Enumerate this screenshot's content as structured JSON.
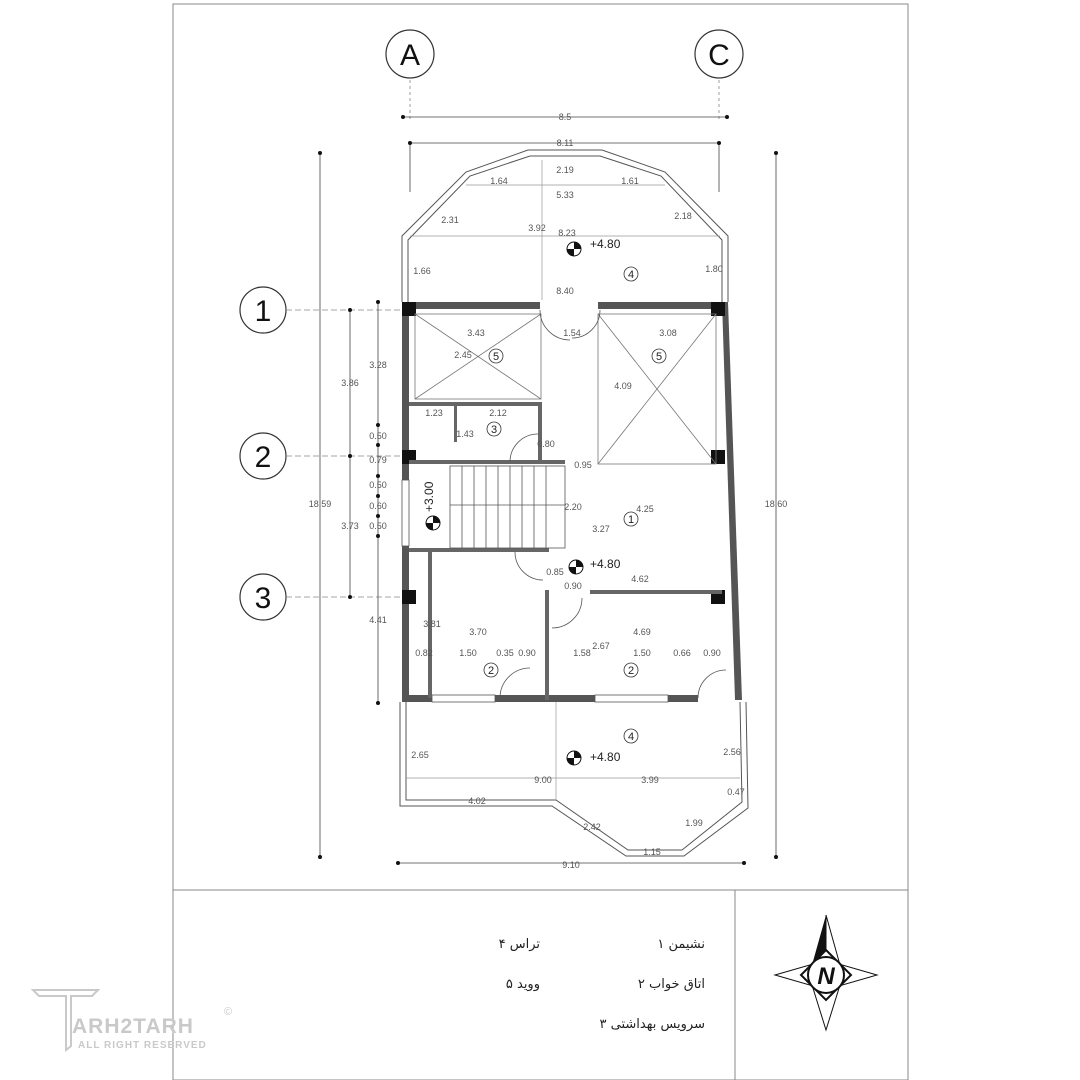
{
  "grid": {
    "columns": [
      "A",
      "C"
    ],
    "rows": [
      "1",
      "2",
      "3"
    ]
  },
  "dimensions": {
    "top_total": "8.5",
    "top_inner": "8.11",
    "bay_top_mid": "2.19",
    "bay_left_seg": "1.64",
    "bay_right_seg": "1.61",
    "bay_chord": "5.33",
    "bay_left_diag": "2.31",
    "bay_right_diag": "2.18",
    "bay_depth": "3.92",
    "bay_width": "8.23",
    "bay_left_side": "1.66",
    "bay_right_side": "1.80",
    "wall_top": "8.40",
    "left_total": "18.59",
    "right_total": "18.60",
    "left_seg_1": "3.86",
    "left_seg_2": "3.73",
    "left_seg_3": "4.41",
    "left_sub_1": "3.28",
    "left_sub_2": "0.50",
    "left_sub_3": "0.79",
    "left_sub_4": "0.50",
    "left_sub_5": "0.60",
    "left_sub_6": "0.50",
    "void_left_w": "3.43",
    "void_left_d": "2.45",
    "gap_mid": "1.54",
    "void_right_w": "3.08",
    "void_right_d": "4.09",
    "bath_a": "1.23",
    "bath_b": "2.12",
    "bath_c": "1.43",
    "bath_door": "0.80",
    "stair_a": "0.95",
    "stair_b": "2.20",
    "living_w": "4.25",
    "living_d": "3.27",
    "hall_a": "0.85",
    "hall_b": "0.90",
    "living_b": "4.62",
    "bed_left_d": "3.81",
    "bed_left_w": "3.70",
    "bed_right_w": "4.69",
    "bed_right_d": "2.67",
    "wl_1": "0.82",
    "wl_2": "1.50",
    "wl_3": "0.35",
    "wl_4": "0.90",
    "wr_1": "1.58",
    "wr_2": "1.50",
    "wr_3": "0.66",
    "wr_4": "0.90",
    "ter_left": "2.65",
    "ter_right": "2.56",
    "ter_w": "9.00",
    "ter_b": "3.99",
    "ter_c": "4.02",
    "ter_d": "0.47",
    "ter_diag_l": "2.42",
    "ter_diag_r": "1.99",
    "ter_mid": "1.15",
    "bottom_total": "9.10"
  },
  "levels": {
    "top_terrace": "+4.80",
    "stair": "+3.00",
    "hall": "+4.80",
    "bottom_terrace": "+4.80"
  },
  "room_tags": {
    "top_terrace": "4",
    "void_left": "5",
    "void_right": "5",
    "bath": "3",
    "living": "1",
    "bed_left": "2",
    "bed_right": "2",
    "bottom_terrace": "4"
  },
  "legend": [
    "نشیمن ۱",
    "اتاق خواب ۲",
    "سرویس بهداشتی ۳",
    "تراس ۴",
    "وويد ۵"
  ],
  "north_arrow": "N",
  "watermark": {
    "brand": "ARH2TARH",
    "rights": "ALL RIGHT RESERVED",
    "mark": "©"
  }
}
